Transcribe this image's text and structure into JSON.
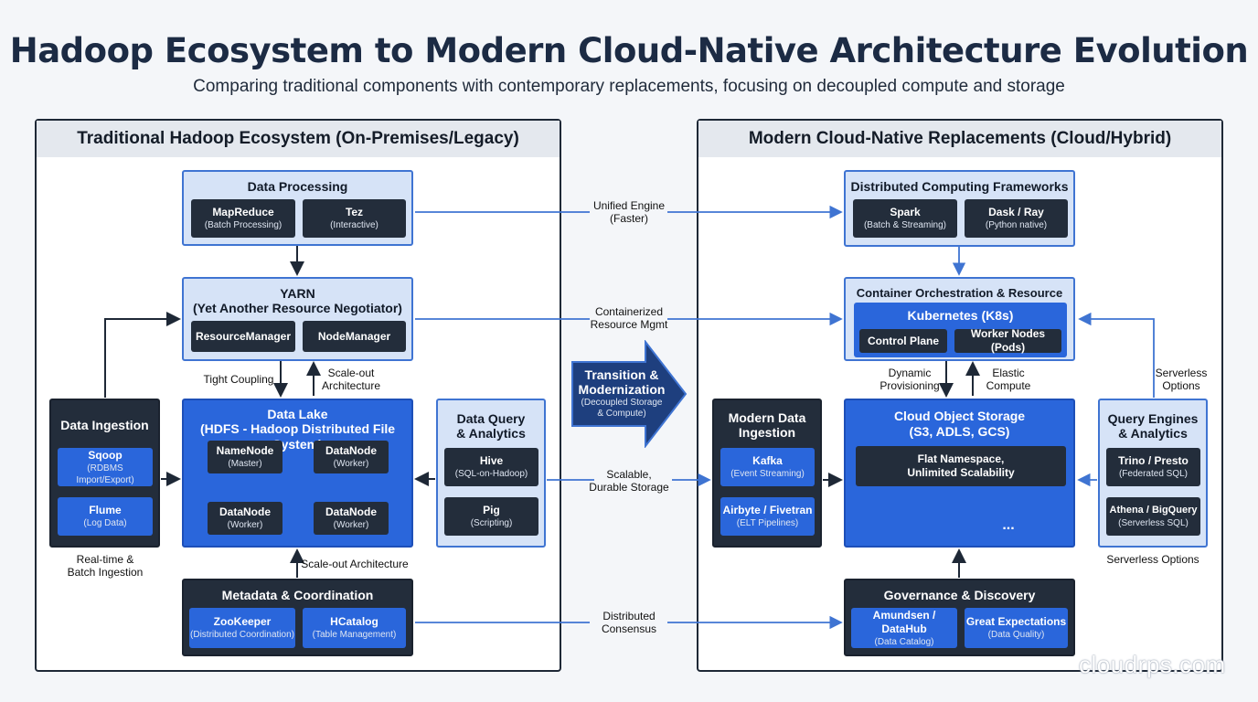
{
  "title": "Hadoop Ecosystem to Modern Cloud-Native Architecture Evolution",
  "subtitle": "Comparing traditional components with contemporary replacements, focusing on decoupled compute and storage",
  "left": {
    "heading": "Traditional Hadoop Ecosystem (On-Premises/Legacy)",
    "processing": {
      "title": "Data Processing",
      "items": [
        {
          "name": "MapReduce",
          "sub": "(Batch Processing)"
        },
        {
          "name": "Tez",
          "sub": "(Interactive)"
        }
      ]
    },
    "yarn": {
      "title_line1": "YARN",
      "title_line2": "(Yet Another Resource Negotiator)",
      "items": [
        {
          "name": "ResourceManager"
        },
        {
          "name": "NodeManager"
        }
      ]
    },
    "ingestion": {
      "title": "Data Ingestion",
      "items": [
        {
          "name": "Sqoop",
          "sub": "(RDBMS Import/Export)"
        },
        {
          "name": "Flume",
          "sub": "(Log Data)"
        }
      ]
    },
    "lake": {
      "title_line1": "Data Lake",
      "title_line2": "(HDFS - Hadoop Distributed File System)",
      "nodes": [
        {
          "name": "NameNode",
          "sub": "(Master)"
        },
        {
          "name": "DataNode",
          "sub": "(Worker)"
        },
        {
          "name": "DataNode",
          "sub": "(Worker)"
        },
        {
          "name": "DataNode",
          "sub": "(Worker)"
        }
      ]
    },
    "query": {
      "title_line1": "Data Query",
      "title_line2": "& Analytics",
      "items": [
        {
          "name": "Hive",
          "sub": "(SQL-on-Hadoop)"
        },
        {
          "name": "Pig",
          "sub": "(Scripting)"
        }
      ]
    },
    "metadata": {
      "title": "Metadata & Coordination",
      "items": [
        {
          "name": "ZooKeeper",
          "sub": "(Distributed Coordination)"
        },
        {
          "name": "HCatalog",
          "sub": "(Table Management)"
        }
      ]
    },
    "labels": {
      "tight_coupling": "Tight Coupling",
      "scale_out_1": "Scale-out",
      "scale_out_2": "Architecture",
      "scale_out_arch": "Scale-out Architecture",
      "realtime_1": "Real-time &",
      "realtime_2": "Batch Ingestion"
    }
  },
  "middle": {
    "unified_1": "Unified Engine",
    "unified_2": "(Faster)",
    "container_1": "Containerized",
    "container_2": "Resource Mgmt",
    "scalable_1": "Scalable,",
    "scalable_2": "Durable Storage",
    "distributed_1": "Distributed",
    "distributed_2": "Consensus",
    "transition_1": "Transition &",
    "transition_2": "Modernization",
    "transition_3": "(Decoupled Storage",
    "transition_4": "& Compute)"
  },
  "right": {
    "heading": "Modern Cloud-Native Replacements (Cloud/Hybrid)",
    "frameworks": {
      "title": "Distributed Computing Frameworks",
      "items": [
        {
          "name": "Spark",
          "sub": "(Batch & Streaming)"
        },
        {
          "name": "Dask / Ray",
          "sub": "(Python native)"
        }
      ]
    },
    "orchestration": {
      "title": "Container Orchestration & Resource Mgmt",
      "k8s": "Kubernetes (K8s)",
      "items": [
        {
          "name": "Control Plane"
        },
        {
          "name": "Worker Nodes (Pods)"
        }
      ]
    },
    "ingestion": {
      "title_line1": "Modern Data",
      "title_line2": "Ingestion",
      "items": [
        {
          "name": "Kafka",
          "sub": "(Event Streaming)"
        },
        {
          "name": "Airbyte / Fivetran",
          "sub": "(ELT Pipelines)"
        }
      ]
    },
    "storage": {
      "title_line1": "Cloud Object Storage",
      "title_line2": "(S3, ADLS, GCS)",
      "flat_1": "Flat Namespace,",
      "flat_2": "Unlimited Scalability",
      "ellipsis": "..."
    },
    "query": {
      "title_line1": "Query Engines",
      "title_line2": "& Analytics",
      "items": [
        {
          "name": "Trino / Presto",
          "sub": "(Federated SQL)"
        },
        {
          "name": "Athena / BigQuery",
          "sub": "(Serverless SQL)"
        }
      ]
    },
    "governance": {
      "title": "Governance & Discovery",
      "items": [
        {
          "name": "Amundsen / DataHub",
          "sub": "(Data Catalog)"
        },
        {
          "name": "Great Expectations",
          "sub": "(Data Quality)"
        }
      ]
    },
    "labels": {
      "dynamic_1": "Dynamic",
      "dynamic_2": "Provisioning",
      "elastic_1": "Elastic",
      "elastic_2": "Compute",
      "serverless_top_1": "Serverless",
      "serverless_top_2": "Options",
      "serverless_bottom": "Serverless Options"
    }
  },
  "watermark": "cloudrps.com",
  "colors": {
    "navy": "#232d3b",
    "blue": "#2a66db",
    "light_blue": "#d6e3f7",
    "line_blue": "#3f74d2",
    "title": "#1c2b44"
  }
}
